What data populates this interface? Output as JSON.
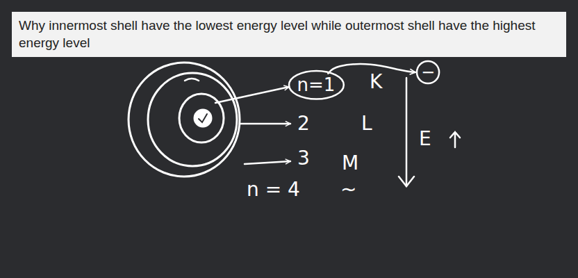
{
  "diagram": {
    "title": "Why innermost shell have the lowest energy level while outermost shell have the highest energy level",
    "nodes": [
      {
        "text": [
          "n=1"
        ]
      },
      {
        "text": [
          "−"
        ]
      }
    ],
    "edges": [
      {
        "from": 0,
        "to": 1,
        "arrow": "to"
      }
    ],
    "labels": [
      "K",
      "2",
      "L",
      "3",
      "M",
      "n = 4",
      "~",
      "E"
    ]
  }
}
